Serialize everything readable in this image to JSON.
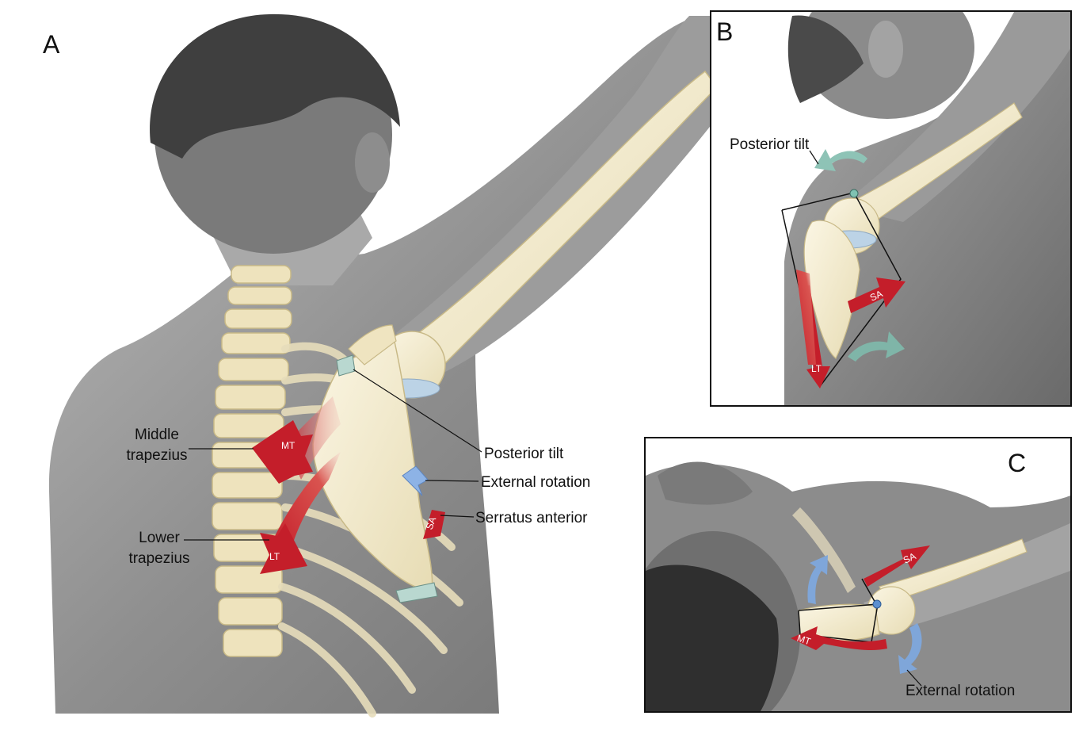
{
  "panels": {
    "a": {
      "letter": "A"
    },
    "b": {
      "letter": "B"
    },
    "c": {
      "letter": "C"
    }
  },
  "panel_a_labels": {
    "middle_trapezius": "Middle\ntrapezius",
    "lower_trapezius": "Lower\ntrapezius",
    "posterior_tilt": "Posterior tilt",
    "external_rotation": "External rotation",
    "serratus_anterior": "Serratus anterior"
  },
  "arrow_tags": {
    "mt": "MT",
    "lt": "LT",
    "sa": "SA"
  },
  "panel_b_labels": {
    "posterior_tilt": "Posterior tilt"
  },
  "panel_c_labels": {
    "external_rotation": "External rotation"
  },
  "colors": {
    "muscle_red": "#c41e2a",
    "bone": "#f3ecd2",
    "rotation_blue": "#7fa6d9",
    "tilt_green": "#7fb5a8",
    "skin_gray": "#8a8a8a"
  }
}
